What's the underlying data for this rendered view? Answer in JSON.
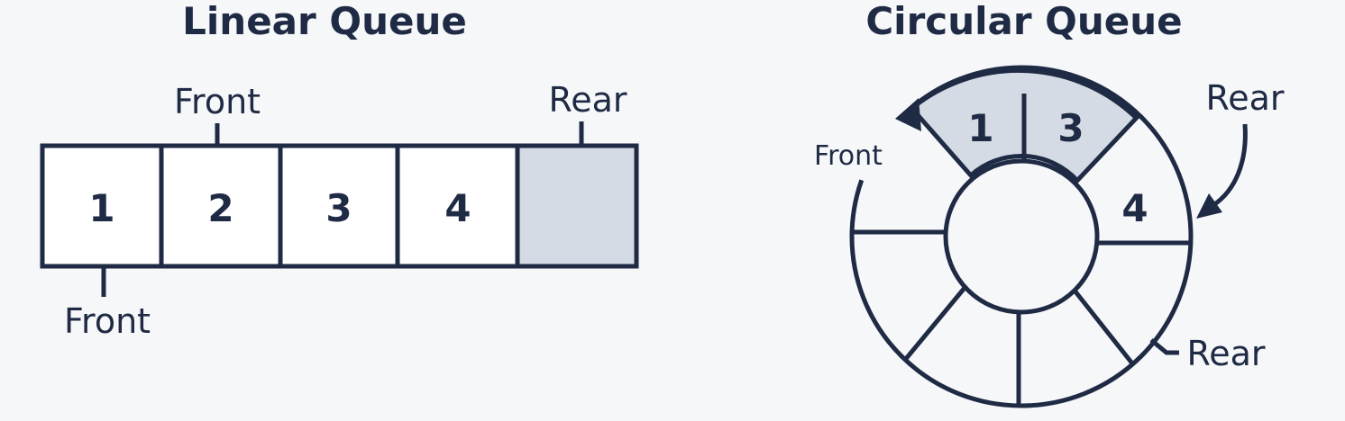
{
  "linear": {
    "title": "Linear Queue",
    "cells": [
      {
        "value": "1",
        "filled": false
      },
      {
        "value": "2",
        "filled": false
      },
      {
        "value": "3",
        "filled": false
      },
      {
        "value": "4",
        "filled": false
      },
      {
        "value": "",
        "filled": true
      }
    ],
    "front_top_label": "Front",
    "rear_top_label": "Rear",
    "front_bottom_label": "Front"
  },
  "circular": {
    "title": "Circular Queue",
    "top_left_value": "1",
    "top_right_value": "3",
    "right_value": "4",
    "front_label": "Front",
    "rear_top_label": "Rear",
    "rear_bottom_label": "Rear"
  },
  "colors": {
    "ink": "#1f2a44",
    "empty_fill": "#ffffff",
    "highlight_fill": "#d4dbe4",
    "background": "#f6f7f9"
  }
}
